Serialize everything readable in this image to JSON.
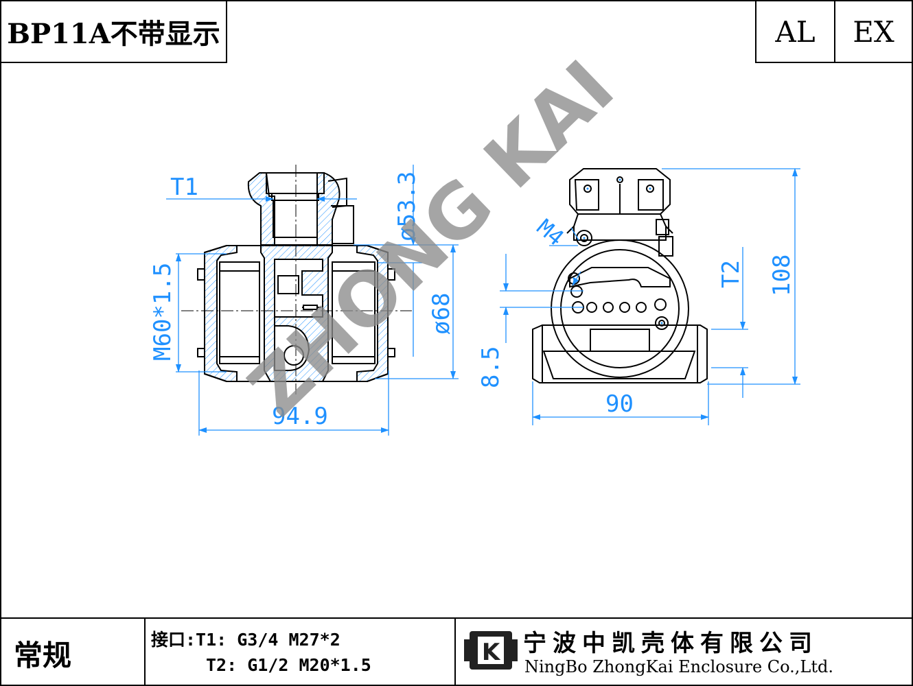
{
  "header": {
    "title": "BP11A不带显示",
    "tag_al": "AL",
    "tag_ex": "EX"
  },
  "dimensions": {
    "t1": "T1",
    "d53": "ø53.3",
    "m60": "M60*1.5",
    "d68": "ø68",
    "w949": "94.9",
    "m4": "M4",
    "t2": "T2",
    "h108": "108",
    "h85": "8.5",
    "w90": "90"
  },
  "watermark": "ZHONG KAI",
  "footer": {
    "category": "常规",
    "spec_t1": "接口:T1: G3/4 M27*2",
    "spec_t2": "T2: G1/2 M20*1.5",
    "company_cn": "宁波中凯壳体有限公司",
    "company_en": "NingBo ZhongKai Enclosure Co.,Ltd.",
    "logo_letter": "K"
  },
  "colors": {
    "dimension": "#1e90ff",
    "line": "#000000",
    "watermark": "#8c8c8c"
  }
}
